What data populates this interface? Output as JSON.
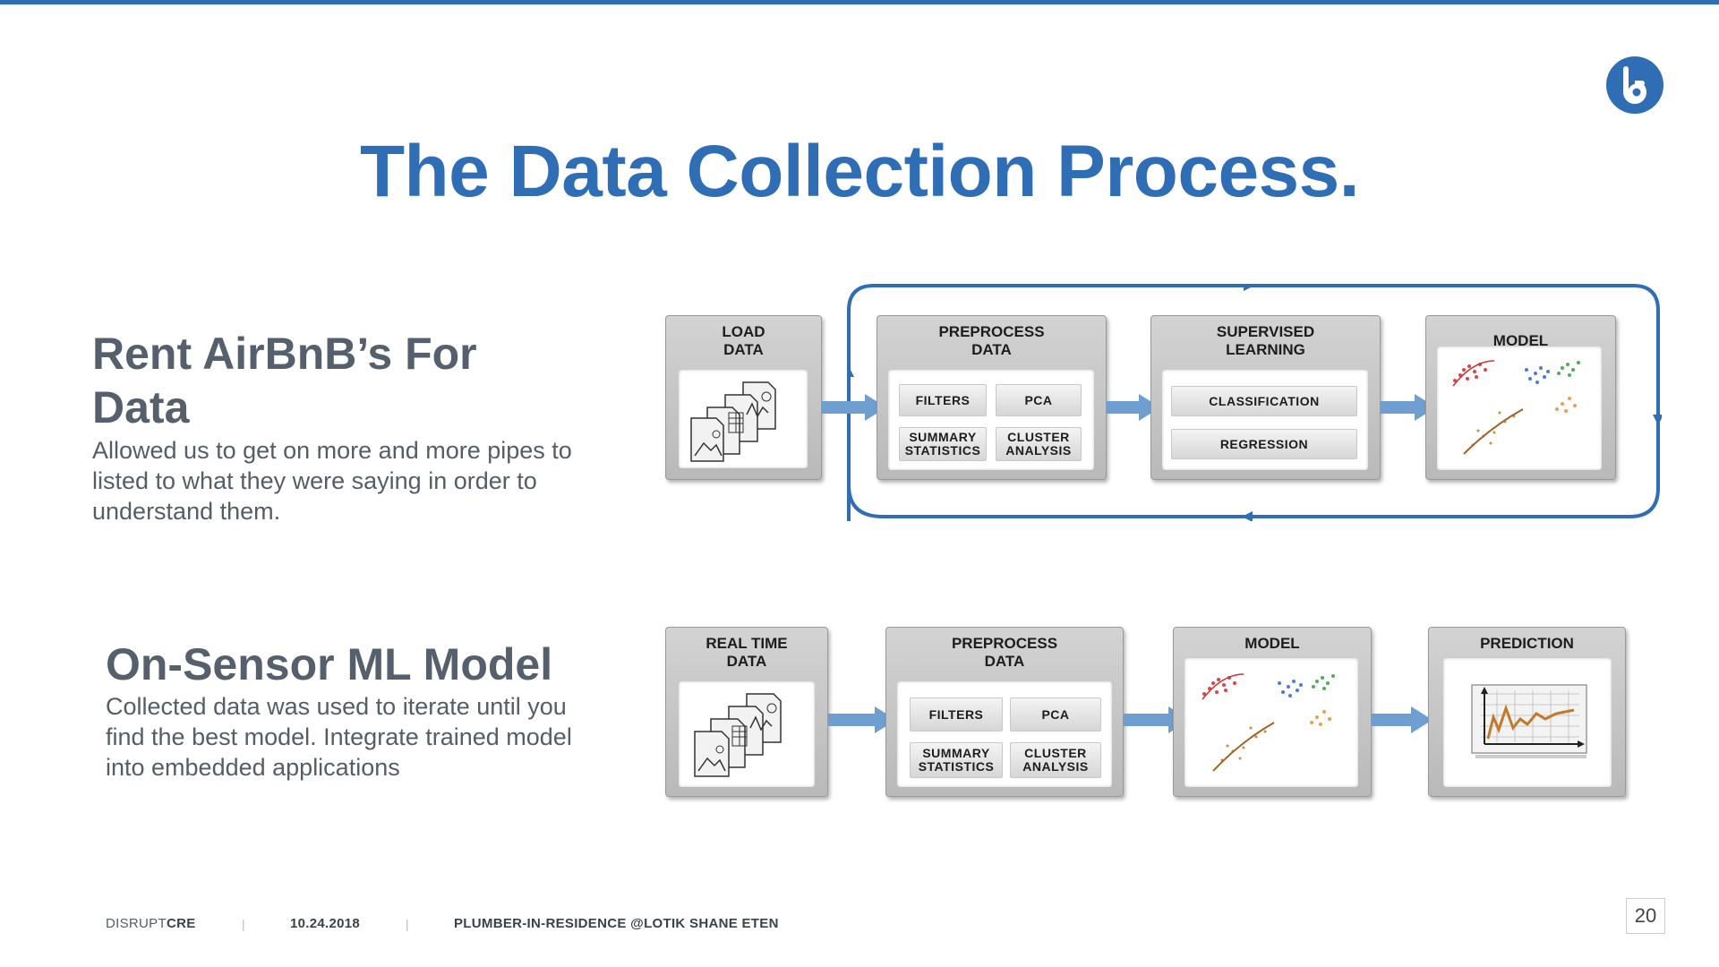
{
  "slide": {
    "title": "The Data Collection Process.",
    "page_number": "20",
    "logo_icon": "lotik-logo-icon"
  },
  "section1": {
    "heading": "Rent AirBnB’s For\nData",
    "body": "Allowed us to get on more and more pipes to listed to what they were saying in order to understand them."
  },
  "section2": {
    "heading": "On-Sensor ML Model",
    "body": "Collected data was used to iterate until you find the best model. Integrate trained model into embedded applications"
  },
  "diagram1": {
    "load_data": "LOAD\nDATA",
    "preprocess": "PREPROCESS\nDATA",
    "filters": "FILTERS",
    "pca": "PCA",
    "summary_statistics": "SUMMARY\nSTATISTICS",
    "cluster_analysis": "CLUSTER\nANALYSIS",
    "supervised_learning": "SUPERVISED\nLEARNING",
    "classification": "CLASSIFICATION",
    "regression": "REGRESSION",
    "model": "MODEL"
  },
  "diagram2": {
    "real_time_data": "REAL TIME\nDATA",
    "preprocess": "PREPROCESS\nDATA",
    "filters": "FILTERS",
    "pca": "PCA",
    "summary_statistics": "SUMMARY\nSTATISTICS",
    "cluster_analysis": "CLUSTER\nANALYSIS",
    "model": "MODEL",
    "prediction": "PREDICTION"
  },
  "footer": {
    "brand_light": "DISRUPT",
    "brand_bold": "CRE",
    "separator": "|",
    "date": "10.24.2018",
    "credit": "PLUMBER-IN-RESIDENCE @LOTIK SHANE ETEN"
  },
  "colors": {
    "accent": "#2f6db5",
    "arrow": "#6f9fd0",
    "text_gray": "#55606c"
  }
}
